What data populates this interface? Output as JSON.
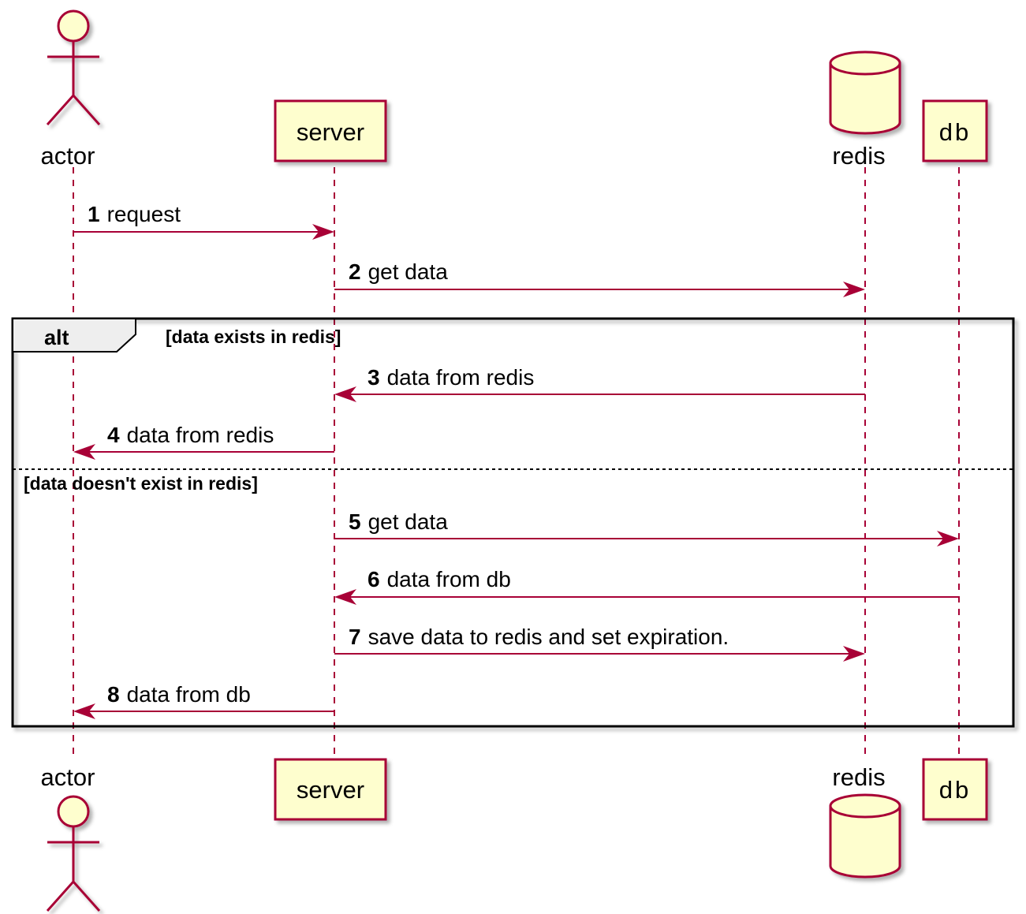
{
  "colors": {
    "line": "#A80036",
    "fill": "#FEFECE",
    "frame": "#000000",
    "frame_label_bg": "#EEEEEE"
  },
  "participants": {
    "actor": {
      "label": "actor",
      "kind": "actor"
    },
    "server": {
      "label": "server",
      "kind": "participant"
    },
    "redis": {
      "label": "redis",
      "kind": "database"
    },
    "db": {
      "label": "db",
      "kind": "participant"
    }
  },
  "messages": [
    {
      "num": "1",
      "text": "request",
      "from": "actor",
      "to": "server"
    },
    {
      "num": "2",
      "text": "get data",
      "from": "server",
      "to": "redis"
    },
    {
      "num": "3",
      "text": "data from redis",
      "from": "redis",
      "to": "server"
    },
    {
      "num": "4",
      "text": "data from redis",
      "from": "server",
      "to": "actor"
    },
    {
      "num": "5",
      "text": "get data",
      "from": "server",
      "to": "db"
    },
    {
      "num": "6",
      "text": "data from db",
      "from": "db",
      "to": "server"
    },
    {
      "num": "7",
      "text": "save data to redis and set expiration.",
      "from": "server",
      "to": "redis"
    },
    {
      "num": "8",
      "text": "data from db",
      "from": "server",
      "to": "actor"
    }
  ],
  "alt_frame": {
    "keyword": "alt",
    "guard_1": "[data exists in redis]",
    "guard_2": "[data doesn't exist in redis]"
  }
}
